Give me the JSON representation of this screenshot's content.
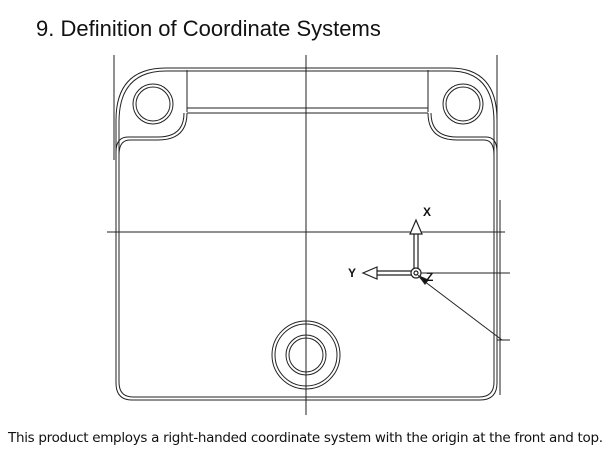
{
  "heading": "9. Definition of Coordinate Systems",
  "drawing": {
    "axis_labels": {
      "x": "X",
      "y": "Y",
      "z": "Z"
    }
  },
  "caption": "This product employs a right-handed coordinate system with the origin at the front and top."
}
